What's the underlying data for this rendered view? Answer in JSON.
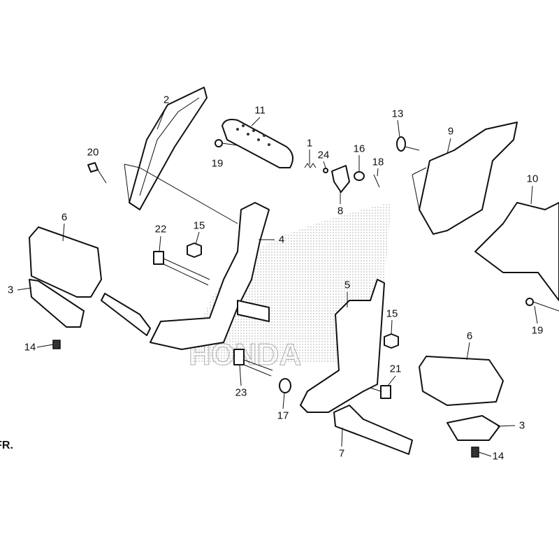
{
  "diagram": {
    "watermark": "HONDA",
    "direction_mark": "FR.",
    "callouts": [
      "2",
      "11",
      "13",
      "9",
      "20",
      "1",
      "24",
      "16",
      "18",
      "19",
      "8",
      "10",
      "6",
      "22",
      "15",
      "4",
      "3",
      "5",
      "15",
      "19",
      "14",
      "6",
      "23",
      "21",
      "17",
      "7",
      "3",
      "14"
    ]
  },
  "colors": {
    "line": "#111111",
    "watermark": "#999999"
  }
}
